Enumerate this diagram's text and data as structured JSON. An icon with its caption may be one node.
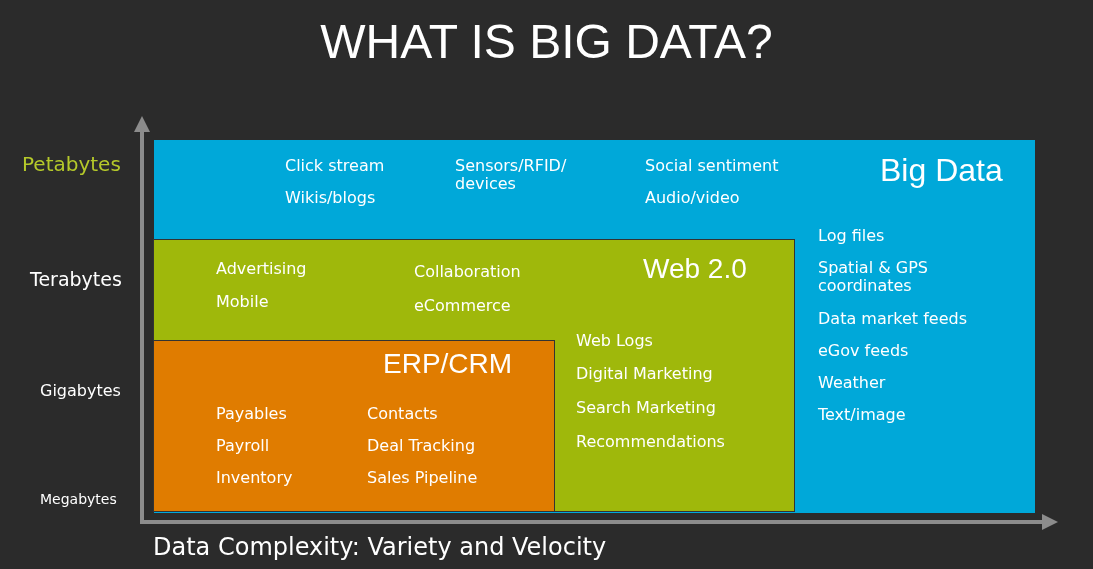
{
  "diagram": {
    "title": "WHAT IS BIG DATA?",
    "nodes": [
      {
        "text": [
          "Big Data",
          "Click stream",
          "Wikis/blogs",
          "Sensors/RFID/ devices",
          "Social sentiment",
          "Audio/video",
          "Log files",
          "Spatial & GPS coordinates",
          "Data market feeds",
          "eGov feeds",
          "Weather",
          "Text/image"
        ]
      },
      {
        "text": [
          "Web 2.0",
          "Advertising",
          "Mobile",
          "Collaboration",
          "eCommerce",
          "Web Logs",
          "Digital Marketing",
          "Search Marketing",
          "Recommendations"
        ],
        "in": 0
      },
      {
        "text": [
          "ERP/CRM",
          "Payables",
          "Payroll",
          "Inventory",
          "Contacts",
          "Deal Tracking",
          "Sales Pipeline"
        ],
        "in": 1
      }
    ],
    "edges": [],
    "labels": [
      "Petabytes",
      "Terabytes",
      "Gigabytes",
      "Megabytes",
      "Data Complexity: Variety and Velocity"
    ]
  }
}
